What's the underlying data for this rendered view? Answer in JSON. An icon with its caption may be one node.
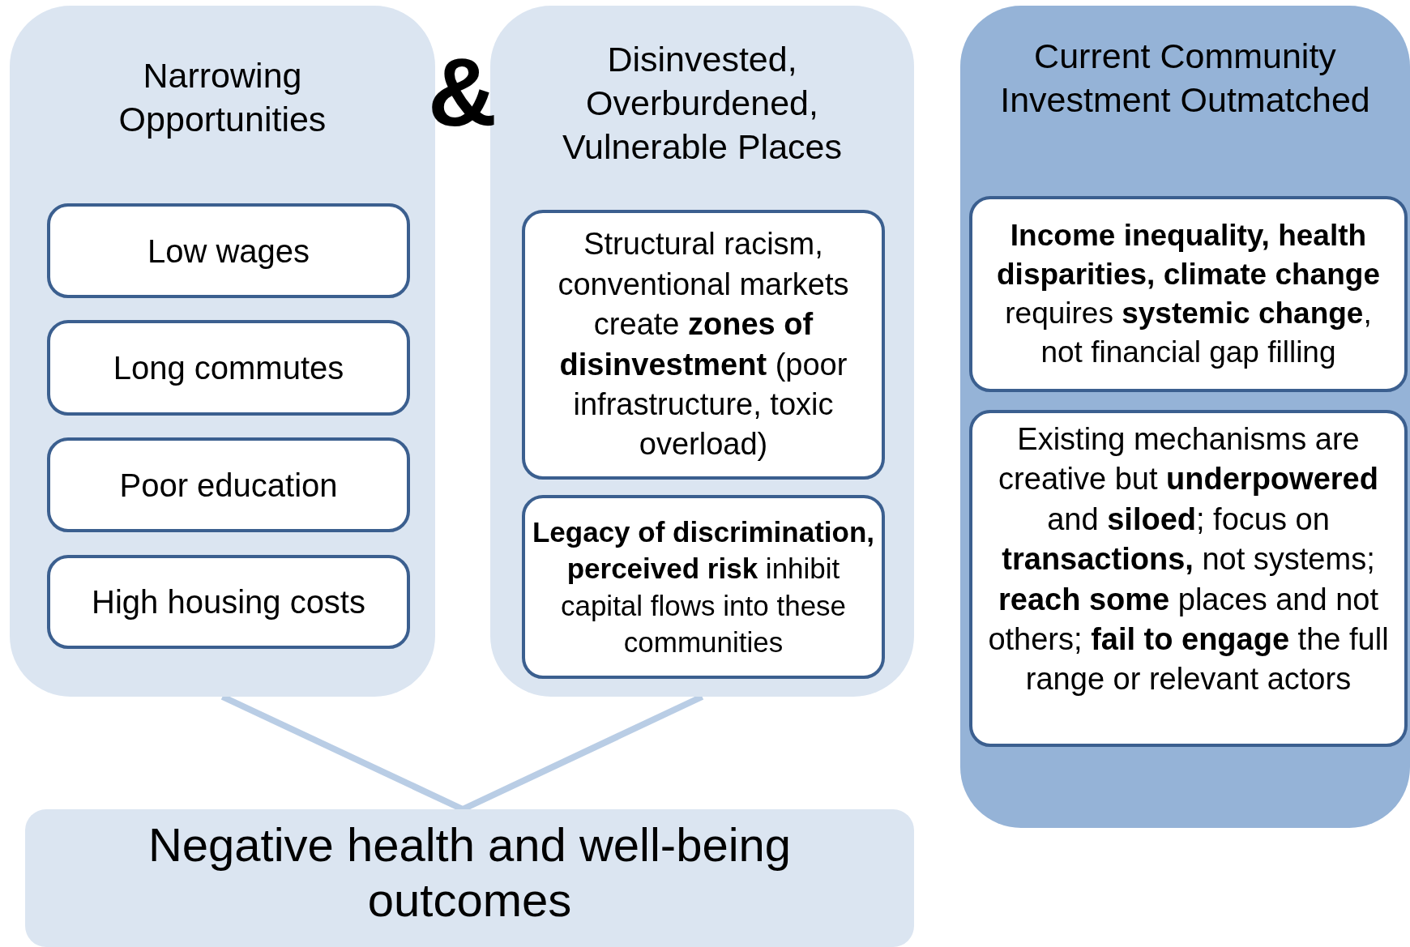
{
  "diagram": {
    "nodes": [
      {
        "text": [
          "Narrowing Opportunities"
        ]
      },
      {
        "text": [
          "Low wages"
        ],
        "in": 0
      },
      {
        "text": [
          "Long commutes"
        ],
        "in": 0
      },
      {
        "text": [
          "Poor education"
        ],
        "in": 0
      },
      {
        "text": [
          "High housing costs"
        ],
        "in": 0
      },
      {
        "text": [
          "Disinvested, Overburdened, Vulnerable Places"
        ]
      },
      {
        "text": [
          "Structural racism, conventional markets create **zones of disinvestment** (poor infrastructure, toxic overload)"
        ],
        "in": 5
      },
      {
        "text": [
          "**Legacy of discrimination, perceived risk** inhibit capital flows into these communities"
        ],
        "in": 5
      },
      {
        "text": [
          "Current Community Investment Outmatched"
        ]
      },
      {
        "text": [
          "**Income inequality, health disparities, climate change** requires **systemic change**, not financial gap filling"
        ],
        "in": 8
      },
      {
        "text": [
          "Existing mechanisms are creative but **underpowered** and **siloed**; focus on **transactions,** not systems; **reach some** places and not others; **fail to engage** the full range or relevant actors"
        ],
        "in": 8
      },
      {
        "text": [
          "Negative health and well-being outcomes"
        ]
      }
    ],
    "edges": [
      {
        "from": 0,
        "to": 11,
        "arrow": "none"
      },
      {
        "from": 5,
        "to": 11,
        "arrow": "none"
      }
    ],
    "labels": [
      "&"
    ]
  }
}
